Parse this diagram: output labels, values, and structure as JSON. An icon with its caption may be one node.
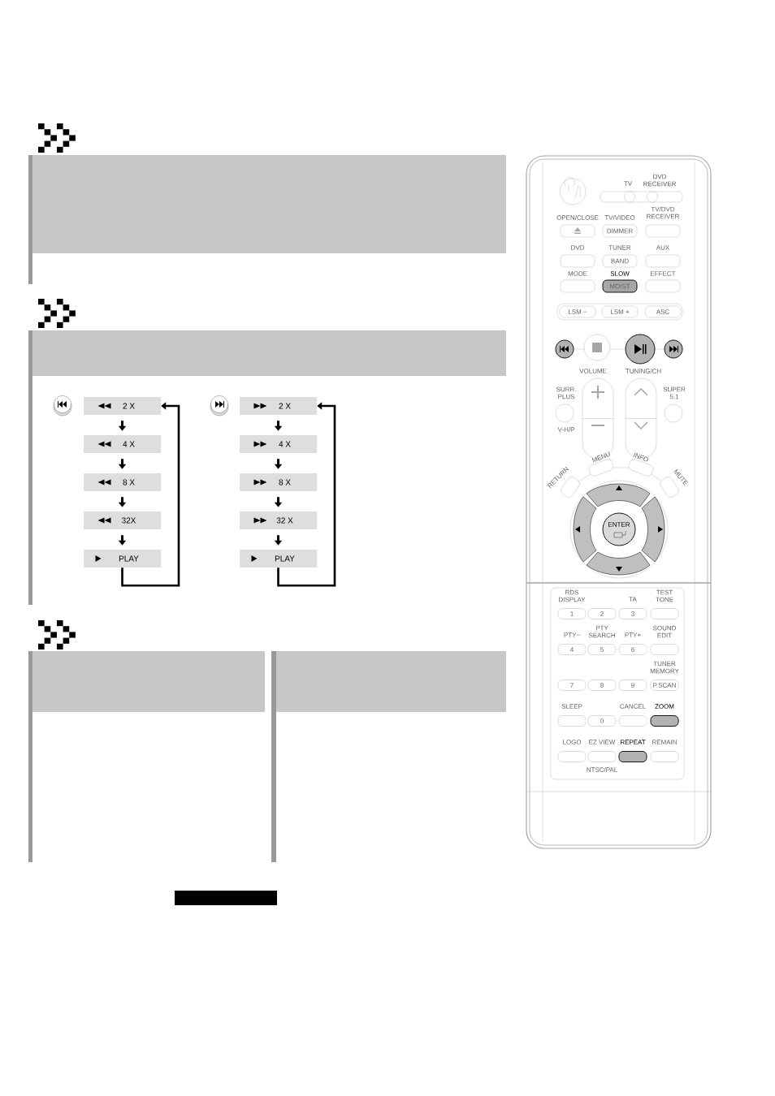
{
  "diagram": {
    "nodes": [
      {
        "text": [
          "2 X"
        ]
      },
      {
        "text": [
          "4 X"
        ]
      },
      {
        "text": [
          "8 X"
        ]
      },
      {
        "text": [
          "32X"
        ]
      },
      {
        "text": [
          "PLAY"
        ]
      },
      {
        "text": [
          "2 X"
        ]
      },
      {
        "text": [
          "4 X"
        ]
      },
      {
        "text": [
          "8 X"
        ]
      },
      {
        "text": [
          "32 X"
        ]
      },
      {
        "text": [
          "PLAY"
        ]
      }
    ],
    "edges": [
      {
        "from": 0,
        "to": 1,
        "arrow": "to"
      },
      {
        "from": 1,
        "to": 2,
        "arrow": "to"
      },
      {
        "from": 2,
        "to": 3,
        "arrow": "to"
      },
      {
        "from": 3,
        "to": 4,
        "arrow": "to"
      },
      {
        "from": 4,
        "to": 0,
        "arrow": "to"
      },
      {
        "from": 5,
        "to": 6,
        "arrow": "to"
      },
      {
        "from": 6,
        "to": 7,
        "arrow": "to"
      },
      {
        "from": 7,
        "to": 8,
        "arrow": "to"
      },
      {
        "from": 8,
        "to": 9,
        "arrow": "to"
      },
      {
        "from": 9,
        "to": 5,
        "arrow": "to"
      }
    ],
    "labels": [
      "TV",
      "DVD RECEIVER",
      "OPEN/CLOSE",
      "TV/VIDEO",
      "TV/DVD RECEIVER",
      "DIMMER",
      "DVD",
      "TUNER",
      "AUX",
      "BAND",
      "MODE",
      "SLOW",
      "EFFECT",
      "MO/ST",
      "LSM −",
      "LSM +",
      "ASC",
      "VOLUME",
      "TUNING/CH",
      "SURR. PLUS",
      "SUPER 5.1",
      "V-H/P",
      "MENU",
      "INFO",
      "RETURN",
      "MUTE",
      "ENTER",
      "RDS DISPLAY",
      "TA",
      "TEST TONE",
      "1",
      "2",
      "3",
      "PTY−",
      "PTY SEARCH",
      "PTY+",
      "SOUND EDIT",
      "4",
      "5",
      "6",
      "TUNER MEMORY",
      "7",
      "8",
      "9",
      "P.SCAN",
      "SLEEP",
      "CANCEL",
      "ZOOM",
      "0",
      "LOGO",
      "EZ VIEW",
      "REPEAT",
      "REMAIN",
      "NTSC/PAL"
    ]
  }
}
